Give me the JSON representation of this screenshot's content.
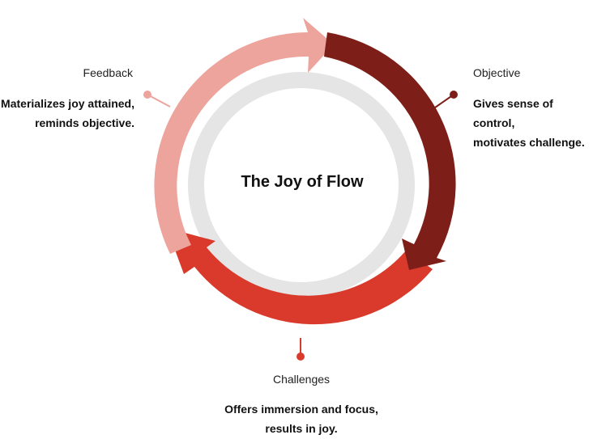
{
  "center_title": "The Joy of Flow",
  "stages": {
    "feedback": {
      "title": "Feedback",
      "description_line1": "Materializes joy attained,",
      "description_line2": "reminds objective.",
      "color": "#EDA49D"
    },
    "objective": {
      "title": "Objective",
      "description_line1": "Gives sense of control,",
      "description_line2": "motivates challenge.",
      "color": "#7D1F18"
    },
    "challenges": {
      "title": "Challenges",
      "description_line1": "Offers immersion and focus,",
      "description_line2": "results in joy.",
      "color": "#D93A2B"
    }
  },
  "colors": {
    "inner_ring": "#E5E5E5",
    "center_fill": "#FFFFFF"
  }
}
